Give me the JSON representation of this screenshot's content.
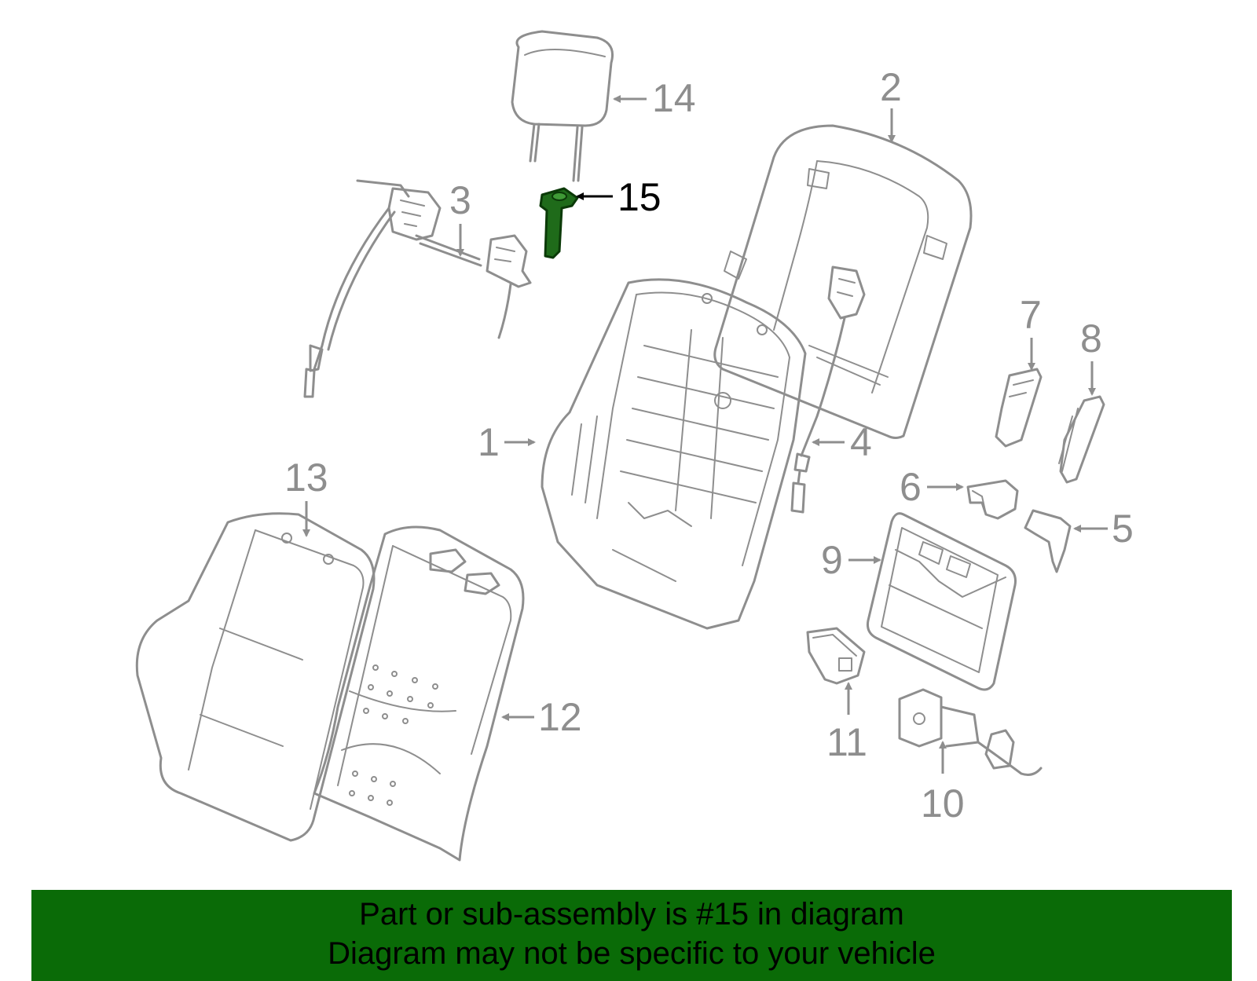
{
  "diagram": {
    "highlight_color": "#1f6b1a",
    "line_color": "#8e8e8e",
    "callouts": {
      "c1": "1",
      "c2": "2",
      "c3": "3",
      "c4": "4",
      "c5": "5",
      "c6": "6",
      "c7": "7",
      "c8": "8",
      "c9": "9",
      "c10": "10",
      "c11": "11",
      "c12": "12",
      "c13": "13",
      "c14": "14",
      "c15": "15"
    },
    "highlighted_part": "15"
  },
  "banner": {
    "line1": "Part or sub-assembly is #15 in diagram",
    "line2": "Diagram may not be specific to your vehicle",
    "background": "#0a6b07"
  }
}
